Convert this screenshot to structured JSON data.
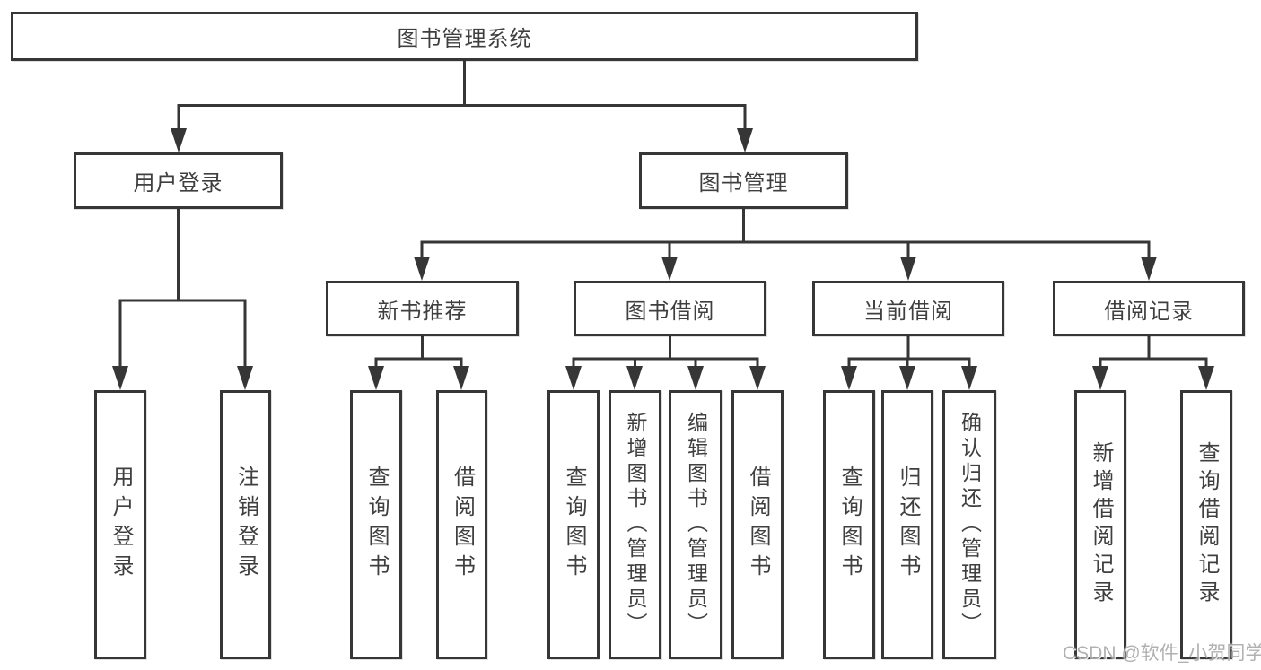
{
  "colors": {
    "line": "#363636",
    "box_border": "#363636",
    "text": "#3f3f3f",
    "watermark": "#a9a9a9",
    "background": "#ffffff"
  },
  "diagram": {
    "root": {
      "label": "图书管理系统"
    },
    "level2": [
      {
        "label": "用户登录"
      },
      {
        "label": "图书管理"
      }
    ],
    "level3": [
      {
        "label": "新书推荐"
      },
      {
        "label": "图书借阅"
      },
      {
        "label": "当前借阅"
      },
      {
        "label": "借阅记录"
      }
    ],
    "leaves": {
      "user_login": [
        "用户登录",
        "注销登录"
      ],
      "new_book": [
        "查询图书",
        "借阅图书"
      ],
      "book_borrow": [
        "查询图书",
        "新增图书（管理员）",
        "编辑图书（管理员）",
        "借阅图书"
      ],
      "current_borrow": [
        "查询图书",
        "归还图书",
        "确认归还（管理员）"
      ],
      "borrow_record": [
        "新增借阅记录",
        "查询借阅记录"
      ]
    }
  },
  "watermark": {
    "text": "CSDN @软件_小贺同学"
  }
}
